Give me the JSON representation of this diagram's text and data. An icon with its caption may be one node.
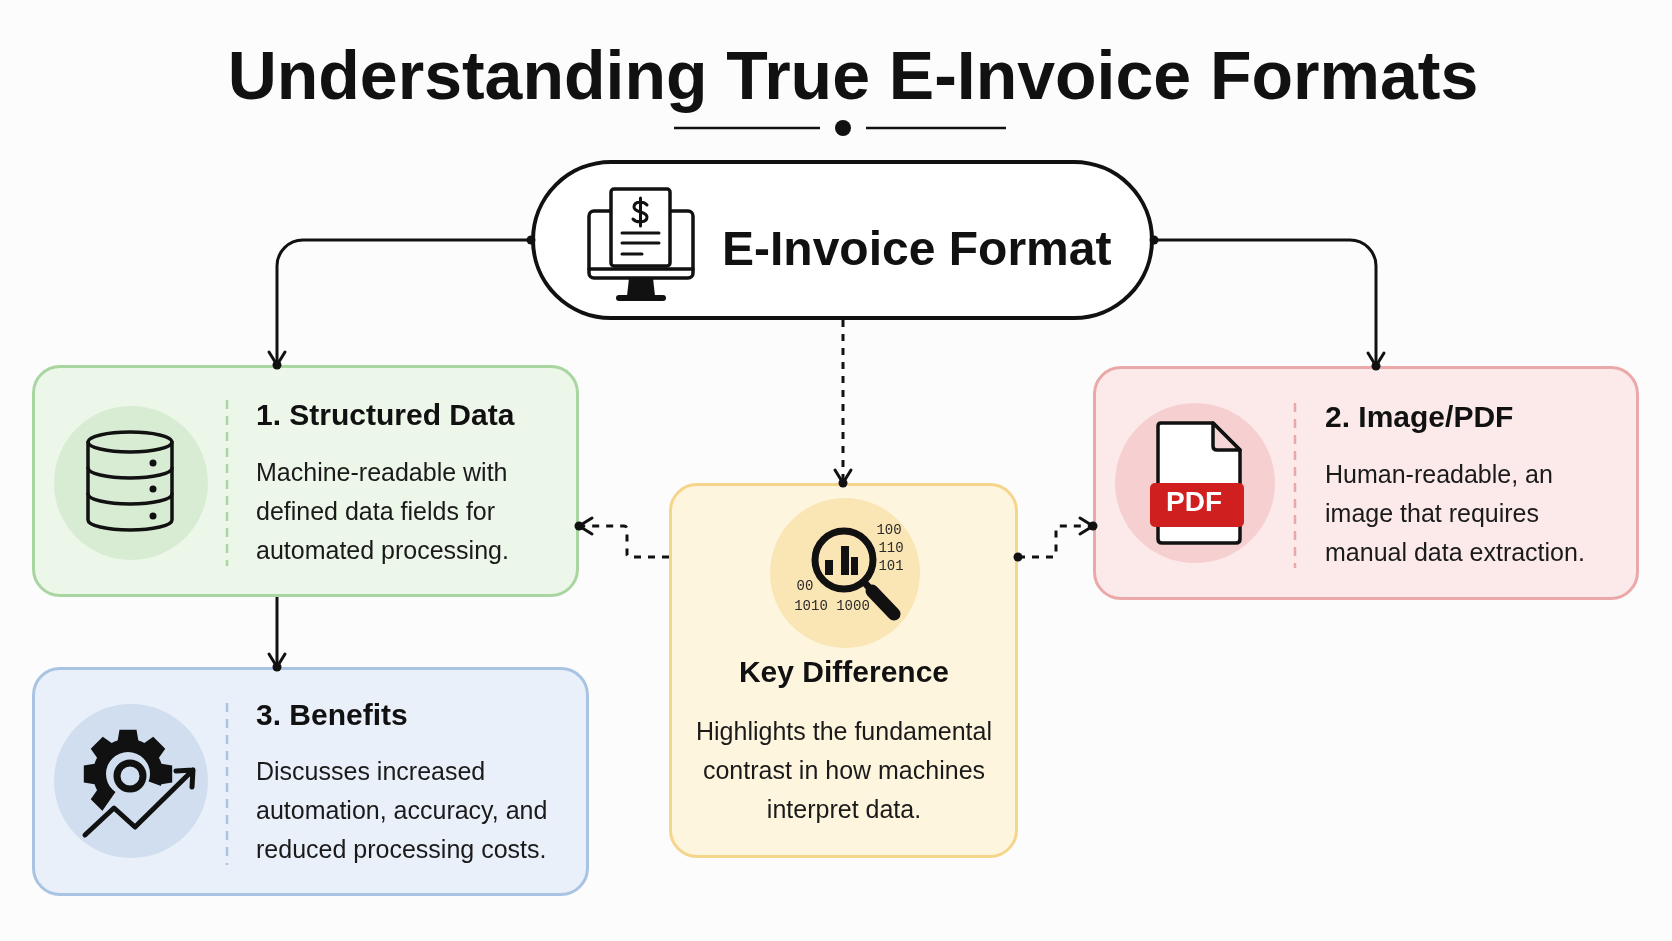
{
  "diagram": {
    "title": "Understanding True E-Invoice Formats",
    "nodes": [
      {
        "text": [
          "E-Invoice Format"
        ]
      },
      {
        "text": [
          "1. Structured Data",
          "Machine-readable with defined data fields for automated processing."
        ]
      },
      {
        "text": [
          "2. Image/PDF",
          "Human-readable, an image that requires manual data extraction."
        ]
      },
      {
        "text": [
          "Key Difference",
          "Highlights the fundamental contrast in how machines interpret data."
        ]
      },
      {
        "text": [
          "3. Benefits",
          "Discusses increased automation, accuracy, and reduced processing costs."
        ]
      }
    ],
    "edges": [
      {
        "from": 0,
        "to": 1,
        "arrow": "to"
      },
      {
        "from": 0,
        "to": 2,
        "arrow": "to"
      },
      {
        "from": 0,
        "to": 3,
        "arrow": "to",
        "style": "dashed"
      },
      {
        "from": 3,
        "to": 1,
        "arrow": "to",
        "style": "dashed"
      },
      {
        "from": 3,
        "to": 2,
        "arrow": "to",
        "style": "dashed"
      },
      {
        "from": 1,
        "to": 4,
        "arrow": "to"
      }
    ],
    "labels": [
      "PDF",
      "100",
      "110",
      "101",
      "00",
      "1010 1000"
    ]
  }
}
